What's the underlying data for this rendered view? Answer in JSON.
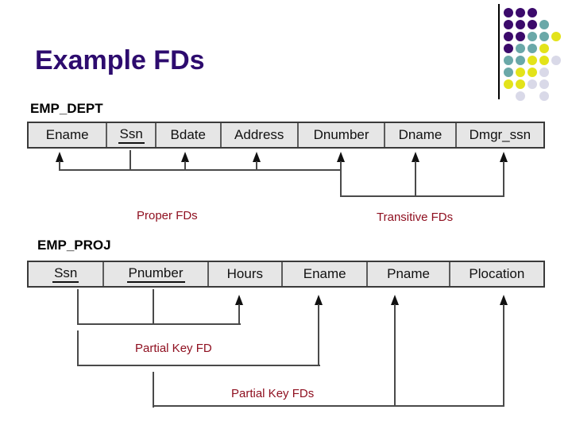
{
  "slide": {
    "title": "Example FDs",
    "title_color": "#2d0b6e",
    "background": "#ffffff",
    "caption_color": "#8f1020"
  },
  "logo": {
    "name": "decorative-dot-grid",
    "rule_color": "#000000",
    "colors": {
      "purple": "#3b0a6b",
      "teal": "#6aa8a8",
      "yellow": "#e3e31a",
      "lavender": "#d9d9e8"
    },
    "grid": [
      [
        "purple",
        "purple",
        "purple",
        "",
        ""
      ],
      [
        "purple",
        "purple",
        "purple",
        "teal",
        ""
      ],
      [
        "purple",
        "purple",
        "teal",
        "teal",
        "yellow"
      ],
      [
        "purple",
        "teal",
        "teal",
        "yellow",
        ""
      ],
      [
        "teal",
        "teal",
        "yellow",
        "yellow",
        "lavender"
      ],
      [
        "teal",
        "yellow",
        "yellow",
        "lavender",
        ""
      ],
      [
        "yellow",
        "yellow",
        "lavender",
        "lavender",
        ""
      ],
      [
        "",
        "lavender",
        "",
        "lavender",
        ""
      ]
    ]
  },
  "relations": [
    {
      "name": "EMP_DEPT",
      "attributes": [
        {
          "label": "Ename",
          "key": false
        },
        {
          "label": "Ssn",
          "key": true
        },
        {
          "label": "Bdate",
          "key": false
        },
        {
          "label": "Address",
          "key": false
        },
        {
          "label": "Dnumber",
          "key": false
        },
        {
          "label": "Dname",
          "key": false
        },
        {
          "label": "Dmgr_ssn",
          "key": false
        }
      ]
    },
    {
      "name": "EMP_PROJ",
      "attributes": [
        {
          "label": "Ssn",
          "key": true
        },
        {
          "label": "Pnumber",
          "key": true
        },
        {
          "label": "Hours",
          "key": false
        },
        {
          "label": "Ename",
          "key": false
        },
        {
          "label": "Pname",
          "key": false
        },
        {
          "label": "Plocation",
          "key": false
        }
      ]
    }
  ],
  "captions": {
    "proper_fds": "Proper FDs",
    "transitive_fds": "Transitive FDs",
    "partial_key_fd": "Partial Key FD",
    "partial_key_fds": "Partial Key FDs"
  }
}
